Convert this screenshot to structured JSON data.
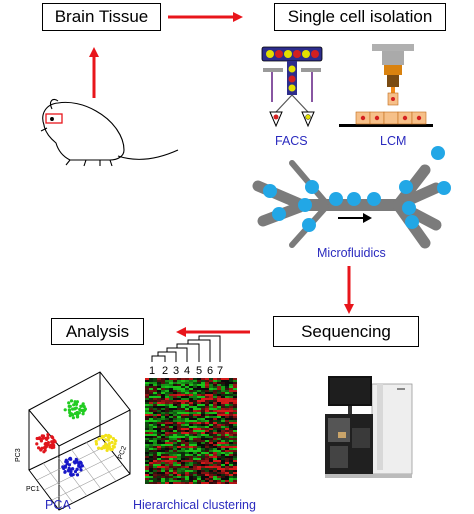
{
  "colors": {
    "arrow": "#e8151b",
    "label_blue": "#2b2bbf",
    "droplet": "#22a7e6",
    "channel": "#7b7b7b",
    "heat_red": "#d41a1a",
    "heat_green": "#1cc41c",
    "pca_red": "#e0141c",
    "pca_green": "#22cc22",
    "pca_yellow": "#f2e21a",
    "pca_blue": "#1818c8"
  },
  "steps": {
    "brain_tissue": "Brain Tissue",
    "single_cell_isolation": "Single cell isolation",
    "sequencing": "Sequencing",
    "analysis": "Analysis"
  },
  "method_labels": {
    "facs": "FACS",
    "lcm": "LCM",
    "microfluidics": "Microfluidics",
    "pca": "PCA",
    "hierarchical_clustering": "Hierarchical clustering"
  },
  "pca_axes": {
    "pc1": "PC1",
    "pc2": "PC2",
    "pc3": "PC3"
  },
  "dendrogram_leaves": [
    "1",
    "2",
    "3",
    "4",
    "5",
    "6",
    "7"
  ],
  "icons": {
    "mouse": "mouse-icon",
    "facs": "facs-sorter-icon",
    "lcm": "laser-capture-icon",
    "chip": "microfluidic-chip-icon",
    "sequencer": "sequencer-machine-icon"
  }
}
